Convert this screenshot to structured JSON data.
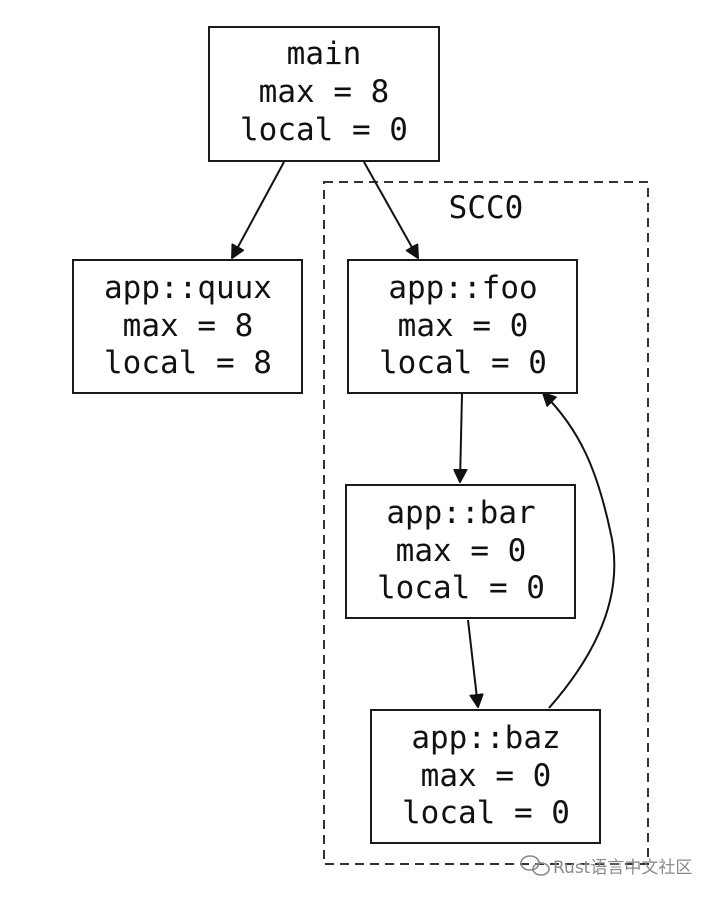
{
  "cluster": {
    "label": "SCC0"
  },
  "nodes": {
    "main": {
      "name": "main",
      "max": "max = 8",
      "local": "local = 0"
    },
    "quux": {
      "name": "app::quux",
      "max": "max = 8",
      "local": "local = 8"
    },
    "foo": {
      "name": "app::foo",
      "max": "max = 0",
      "local": "local = 0"
    },
    "bar": {
      "name": "app::bar",
      "max": "max = 0",
      "local": "local = 0"
    },
    "baz": {
      "name": "app::baz",
      "max": "max = 0",
      "local": "local = 0"
    }
  },
  "edges": [
    {
      "from": "main",
      "to": "quux"
    },
    {
      "from": "main",
      "to": "foo"
    },
    {
      "from": "foo",
      "to": "bar"
    },
    {
      "from": "bar",
      "to": "baz"
    },
    {
      "from": "baz",
      "to": "foo"
    }
  ],
  "watermark": {
    "text": "Rust语言中文社区",
    "icon": "wechat-icon"
  }
}
